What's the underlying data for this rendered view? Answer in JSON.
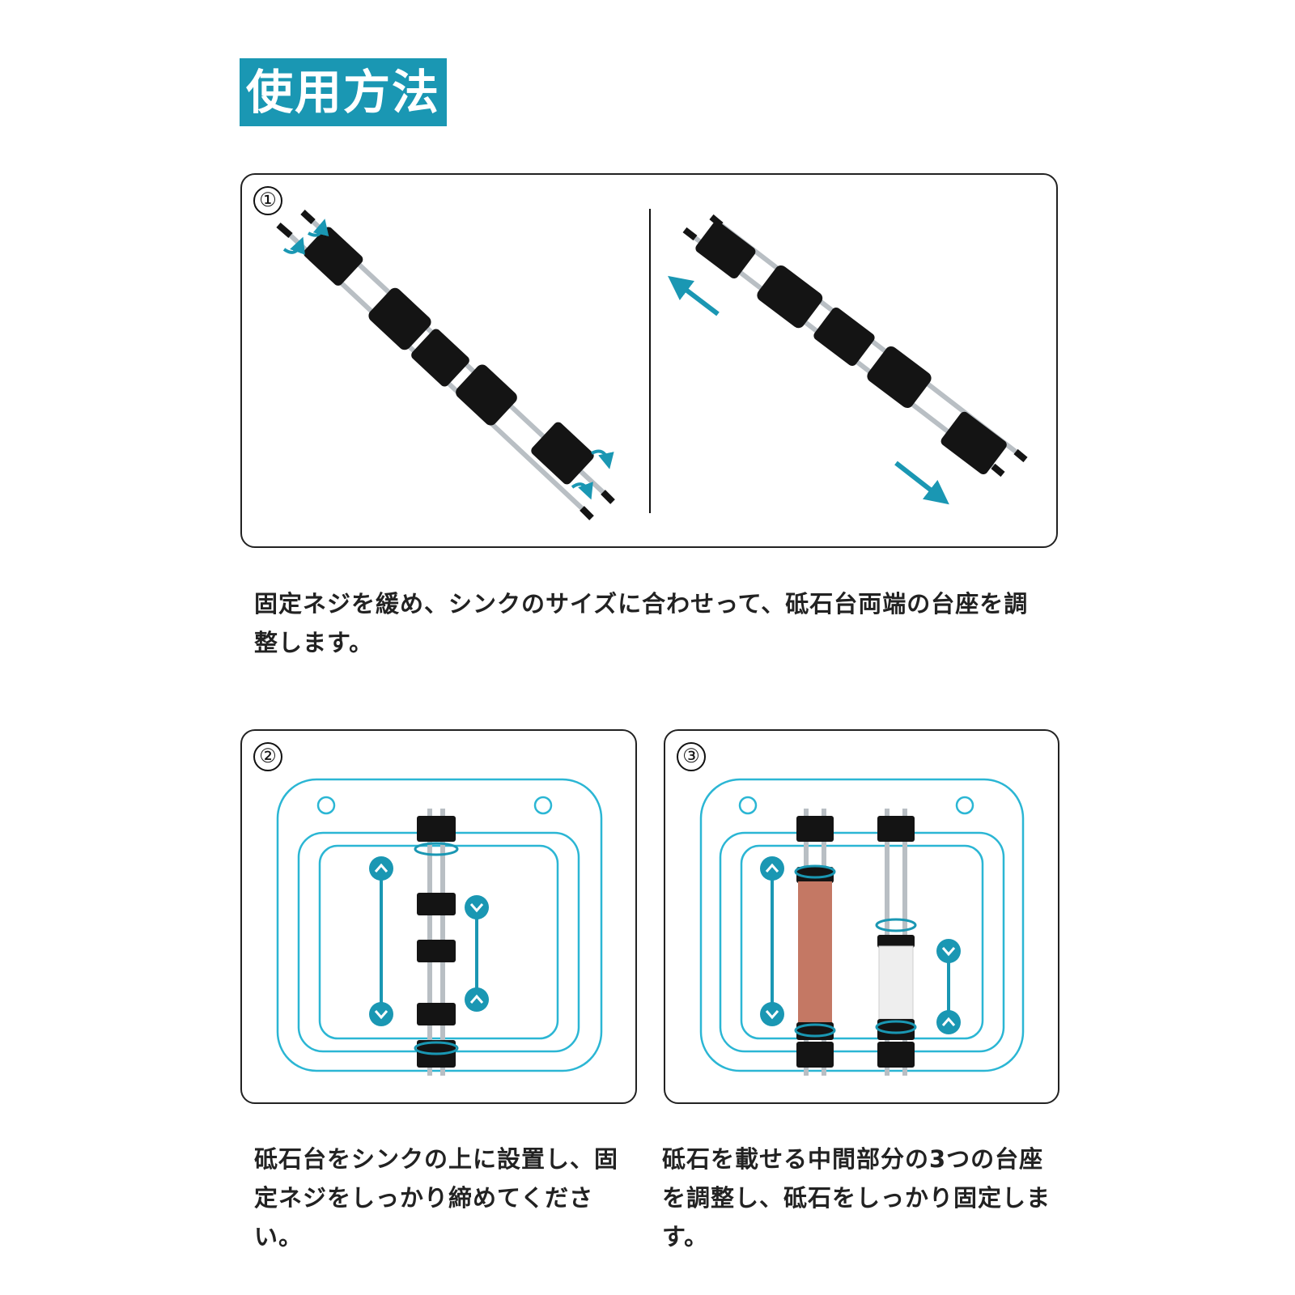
{
  "header": {
    "title": "使用方法"
  },
  "steps": [
    {
      "number": "①",
      "caption": "固定ネジを緩め、シンクのサイズに合わせって、砥石台両端の台座を調整します。"
    },
    {
      "number": "②",
      "caption": "砥石台をシンクの上に設置し、固定ネジをしっかり締めてください。"
    },
    {
      "number": "③",
      "caption": "砥石を載せる中間部分の3つの台座を調整し、砥石をしっかり固定します。"
    }
  ],
  "colors": {
    "accent": "#1a97b3",
    "block": "#141414",
    "rod": "#b9bfc4",
    "whetstone_red": "#c47864",
    "whetstone_white": "#eeeeee"
  },
  "icons": [
    "rotate-arrow-icon",
    "expand-arrow-icon",
    "chevron-up-icon",
    "chevron-down-icon"
  ]
}
